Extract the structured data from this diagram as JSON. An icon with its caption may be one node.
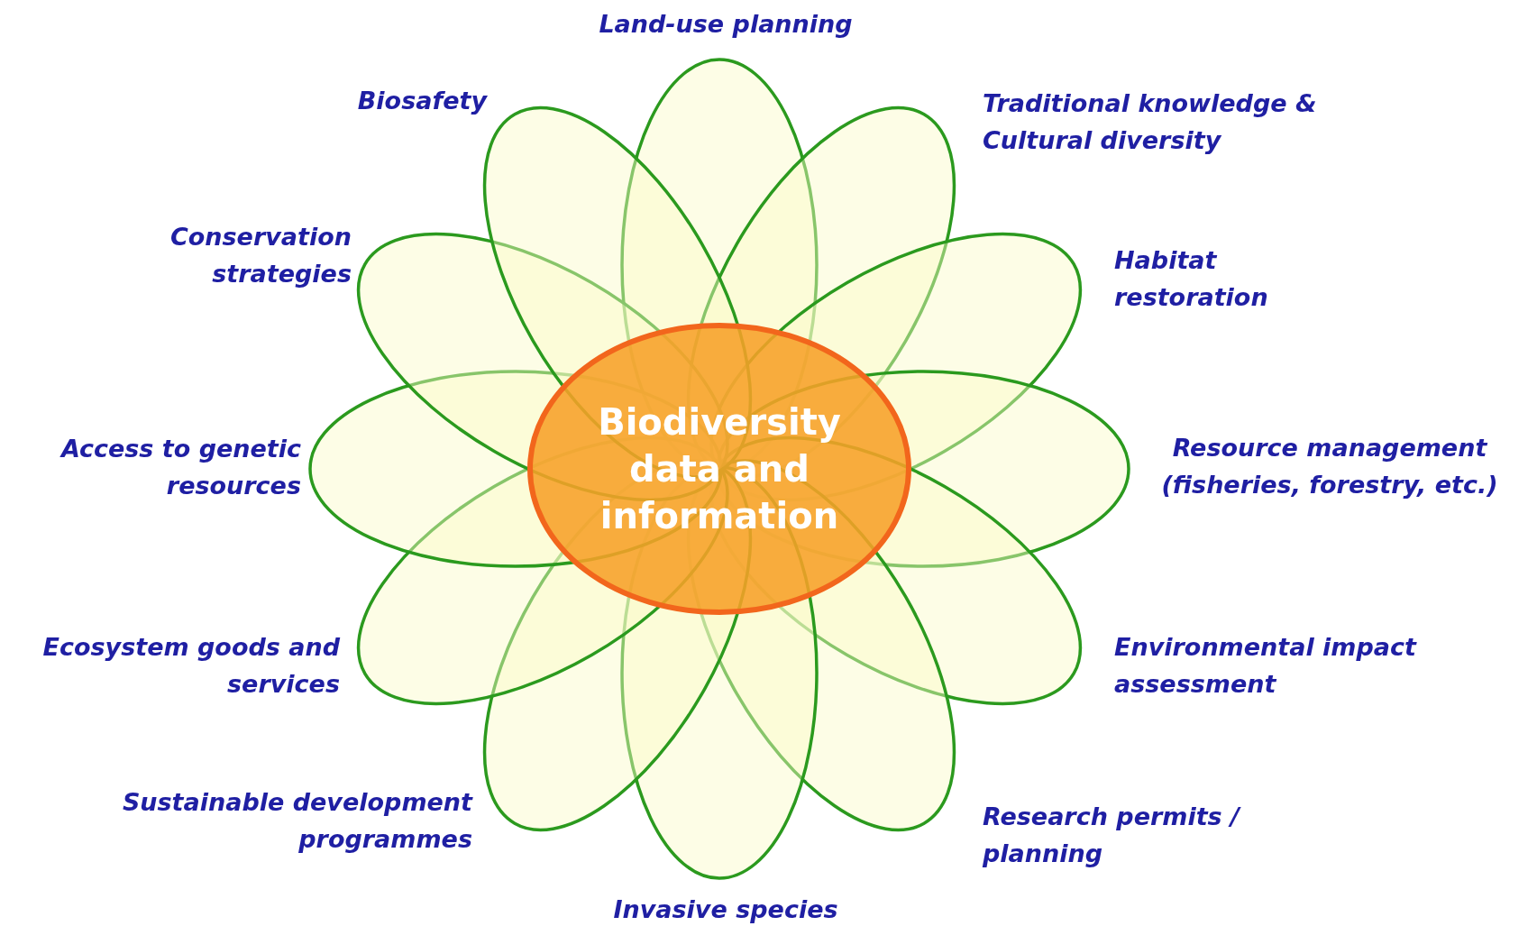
{
  "diagram": {
    "nodes": [
      {
        "text": [
          "Biodiversity data and information"
        ]
      }
    ],
    "labels": [
      "Land-use planning",
      "Biosafety",
      "Traditional knowledge & Cultural diversity",
      "Conservation strategies",
      "Habitat restoration",
      "Access to genetic resources",
      "Resource management (fisheries, forestry, etc.)",
      "Ecosystem goods and services",
      "Environmental impact assessment",
      "Sustainable development programmes",
      "Research permits / planning",
      "Invasive species"
    ]
  }
}
